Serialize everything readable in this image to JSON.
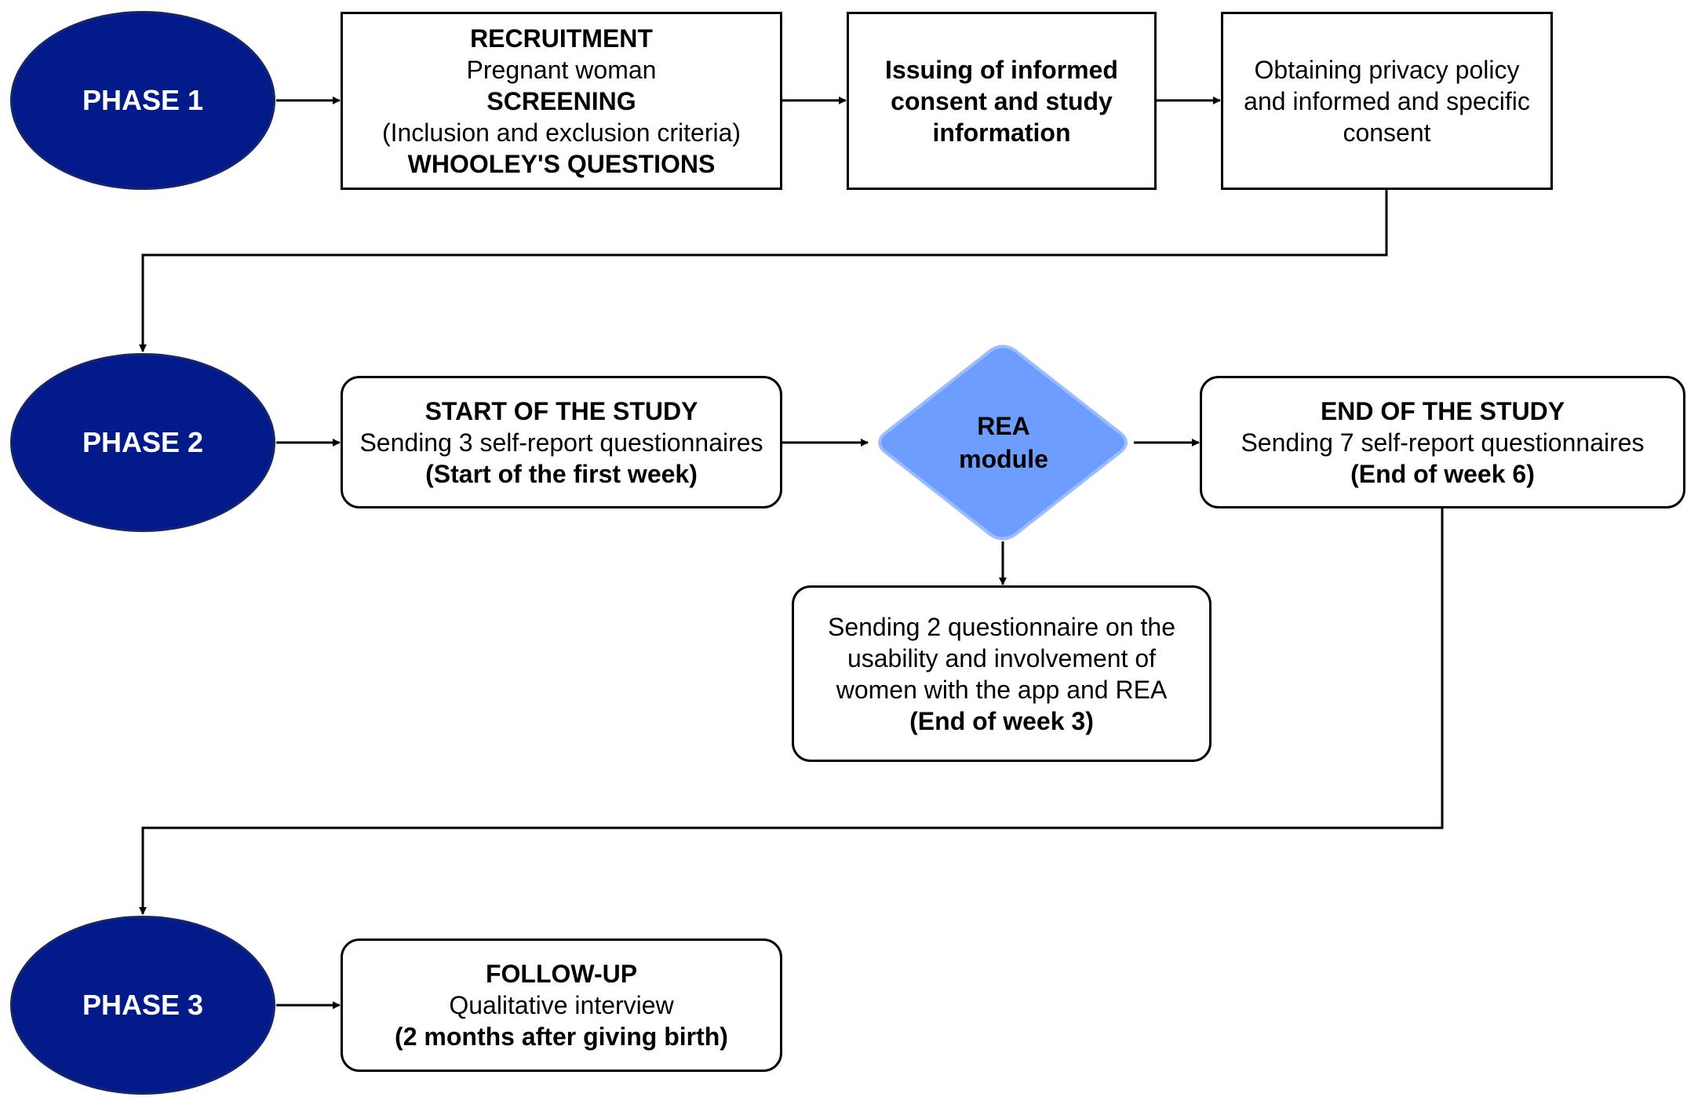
{
  "colors": {
    "phase_fill": "#031a8a",
    "phase_text": "#ffffff",
    "module_fill": "#6d9eff",
    "line": "#000000"
  },
  "phases": {
    "phase1": "PHASE 1",
    "phase2": "PHASE 2",
    "phase3": "PHASE 3"
  },
  "phase1_steps": {
    "recruitment": {
      "title": "RECRUITMENT",
      "subtitle": "Pregnant woman",
      "screening": "SCREENING",
      "criteria": "(Inclusion and exclusion criteria)",
      "questions": "WHOOLEY'S QUESTIONS"
    },
    "consent": {
      "line1": "Issuing of informed",
      "line2": "consent and study",
      "line3": "information"
    },
    "privacy": {
      "line1": "Obtaining privacy policy",
      "line2": "and informed and specific",
      "line3": "consent"
    }
  },
  "phase2_steps": {
    "start": {
      "title": "START OF THE STUDY",
      "detail": "Sending 3 self-report questionnaires",
      "timing": "(Start of the first week)"
    },
    "module": {
      "line1": "REA",
      "line2": "module"
    },
    "midpoint": {
      "line1": "Sending 2 questionnaire on the",
      "line2": "usability and involvement of",
      "line3": "women with the app and REA",
      "timing": "(End of week 3)"
    },
    "end": {
      "title": "END OF THE STUDY",
      "detail": "Sending 7 self-report questionnaires",
      "timing": "(End of week 6)"
    }
  },
  "phase3_steps": {
    "followup": {
      "title": "FOLLOW-UP",
      "detail": "Qualitative interview",
      "timing": "(2 months after giving birth)"
    }
  }
}
